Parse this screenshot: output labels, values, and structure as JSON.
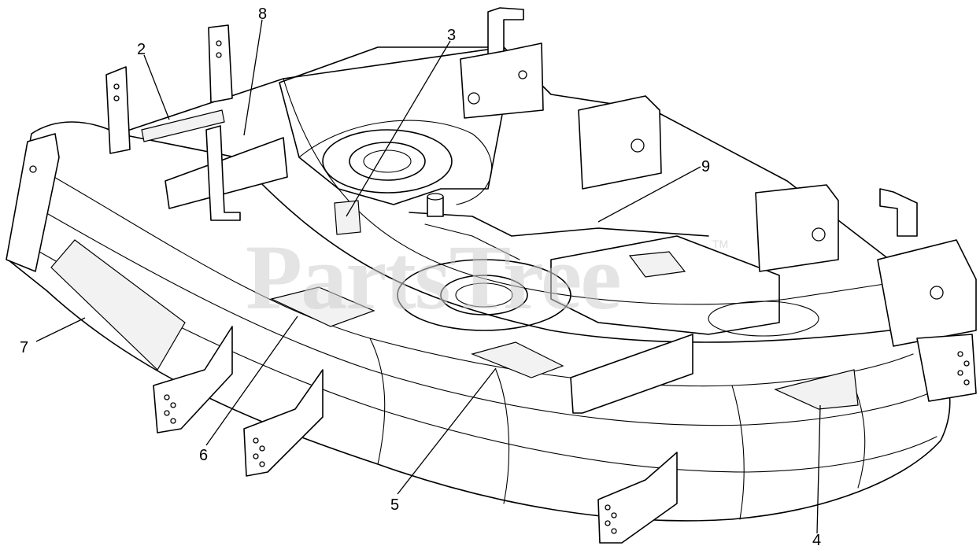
{
  "watermark": {
    "text": "PartsTree",
    "trademark": "TM"
  },
  "callouts": [
    {
      "id": "2",
      "label": "2"
    },
    {
      "id": "3",
      "label": "3"
    },
    {
      "id": "4",
      "label": "4"
    },
    {
      "id": "5",
      "label": "5"
    },
    {
      "id": "6",
      "label": "6"
    },
    {
      "id": "7",
      "label": "7"
    },
    {
      "id": "8",
      "label": "8"
    },
    {
      "id": "9",
      "label": "9"
    }
  ],
  "colors": {
    "line": "#000000",
    "watermark": "#cfcfcf",
    "background": "#ffffff"
  }
}
